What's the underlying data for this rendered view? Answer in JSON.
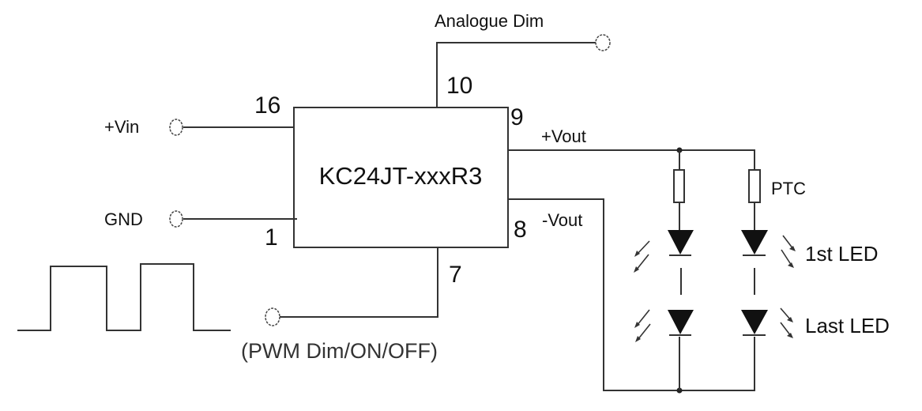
{
  "diagram": {
    "type": "circuit-schematic",
    "module": {
      "part_number": "KC24JT-xxxR3"
    },
    "pins": {
      "vin": "16",
      "gnd": "1",
      "analogue_dim": "10",
      "pwm": "7",
      "vout_pos": "9",
      "vout_neg": "8"
    },
    "signals": {
      "vin": "+Vin",
      "gnd": "GND",
      "analogue_dim": "Analogue Dim",
      "pwm": "(PWM Dim/ON/OFF)",
      "vout_pos": "+Vout",
      "vout_neg": "-Vout"
    },
    "load": {
      "resistor_label": "PTC",
      "first_led_label": "1st LED",
      "last_led_label": "Last LED",
      "branches": 2
    },
    "colors": {
      "line": "#333333",
      "text": "#111111",
      "background": "#ffffff"
    }
  }
}
